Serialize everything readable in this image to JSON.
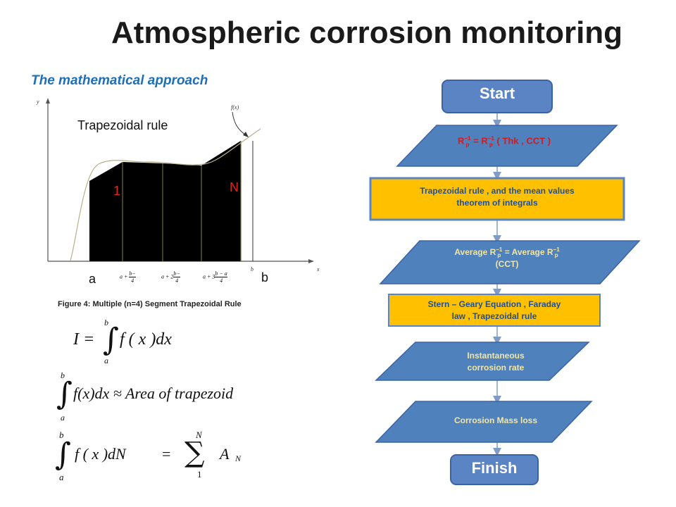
{
  "title": "Atmospheric corrosion monitoring",
  "subtitle": "The mathematical approach",
  "figure": {
    "label": "Trapezoidal rule",
    "segment_first": "1",
    "segment_last": "N",
    "a_label": "a",
    "b_label": "b",
    "axis_y": "y",
    "axis_x": "x",
    "fx_label": "f(x)",
    "tick_b": "b",
    "caption": "Figure 4: Multiple (n=4) Segment Trapezoidal Rule",
    "ticks": [
      "a + (b−a)/4",
      "a + 2(b−a)/4",
      "a + 3(b−a)/4"
    ]
  },
  "equations": {
    "eq1_lhs": "I =",
    "eq1_integrand": "f ( x )dx",
    "eq1_upper": "b",
    "eq1_lower": "a",
    "eq2_integrand": "f(x)dx ≈ Area of trapezoid",
    "eq2_upper": "b",
    "eq2_lower": "a",
    "eq3_integrand": "f ( x )dN",
    "eq3_upper": "b",
    "eq3_lower": "a",
    "eq3_equals": "=",
    "eq3_sum_upper": "N",
    "eq3_sum_lower": "1",
    "eq3_term": "A",
    "eq3_sub": "N"
  },
  "flowchart": {
    "start": "Start",
    "step1": {
      "main": "R",
      "sup": "−1",
      "sub": "p",
      "eq": " = ",
      "rest": "( Thk , CCT )"
    },
    "step2": [
      "Trapezoidal rule , and the mean values",
      "theorem of integrals"
    ],
    "step3": {
      "line1_a": "Average R",
      "line1_b": " = Average R",
      "sup": "−1",
      "sub": "p",
      "line2": "(CCT)"
    },
    "step4": [
      "Stern – Geary Equation  , Faraday",
      "law ,  Trapezoidal rule"
    ],
    "step5": [
      "Instantaneous",
      "corrosion rate"
    ],
    "step6": "Corrosion Mass loss",
    "finish": "Finish"
  },
  "colors": {
    "subtitle_blue": "#1f6fb5",
    "terminal_blue": "#5b84c4",
    "parallelogram_blue": "#4f81bd",
    "process_orange": "#ffc000",
    "segment_red": "#e0261b",
    "arrow_line": "#7f9cc8"
  }
}
